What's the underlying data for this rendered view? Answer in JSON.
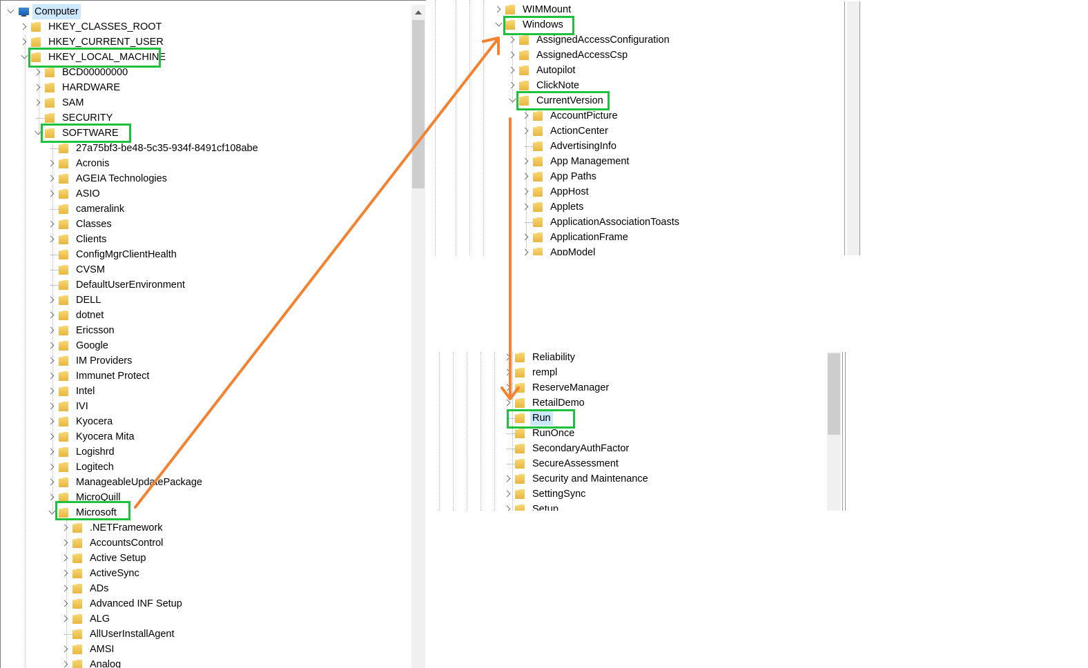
{
  "left_pane": {
    "root": "Computer",
    "hives": [
      "HKEY_CLASSES_ROOT",
      "HKEY_CURRENT_USER",
      "HKEY_LOCAL_MACHINE"
    ],
    "hklm_children": [
      "BCD00000000",
      "HARDWARE",
      "SAM",
      "SECURITY",
      "SOFTWARE"
    ],
    "software_children": [
      "27a75bf3-be48-5c35-934f-8491cf108abe",
      "Acronis",
      "AGEIA Technologies",
      "ASIO",
      "cameralink",
      "Classes",
      "Clients",
      "ConfigMgrClientHealth",
      "CVSM",
      "DefaultUserEnvironment",
      "DELL",
      "dotnet",
      "Ericsson",
      "Google",
      "IM Providers",
      "Immunet Protect",
      "Intel",
      "IVI",
      "Kyocera",
      "Kyocera Mita",
      "Logishrd",
      "Logitech",
      "ManageableUpdatePackage",
      "MicroQuill",
      "Microsoft"
    ],
    "microsoft_children": [
      ".NETFramework",
      "AccountsControl",
      "Active Setup",
      "ActiveSync",
      "ADs",
      "Advanced INF Setup",
      "ALG",
      "AllUserInstallAgent",
      "AMSI",
      "Analog"
    ]
  },
  "top_right_pane": {
    "items_before": [
      "WIMMount",
      "Windows"
    ],
    "windows_children": [
      "AssignedAccessConfiguration",
      "AssignedAccessCsp",
      "Autopilot",
      "ClickNote",
      "CurrentVersion"
    ],
    "currentversion_children": [
      "AccountPicture",
      "ActionCenter",
      "AdvertisingInfo",
      "App Management",
      "App Paths",
      "AppHost",
      "Applets",
      "ApplicationAssociationToasts",
      "ApplicationFrame",
      "AppModel"
    ]
  },
  "bottom_right_pane": {
    "items": [
      "Reliability",
      "rempl",
      "ReserveManager",
      "RetailDemo",
      "Run",
      "RunOnce",
      "SecondaryAuthFactor",
      "SecureAssessment",
      "Security and Maintenance",
      "SettingSync",
      "Setup"
    ]
  },
  "colors": {
    "highlight": "#1ec13c",
    "arrow": "#f58231",
    "selection": "#cce8ff"
  }
}
